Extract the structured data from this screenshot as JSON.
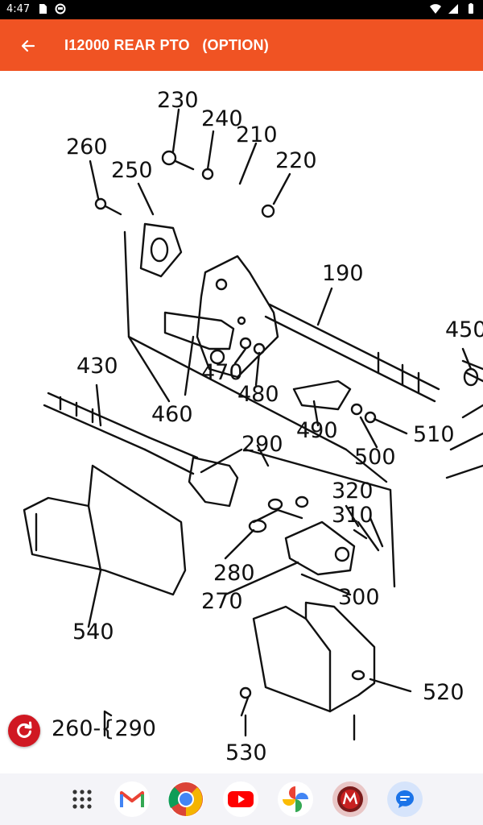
{
  "status_bar": {
    "time": "4:47",
    "icons_left": [
      "sd-card-icon",
      "circle-status-icon"
    ],
    "icons_right": [
      "wifi-icon",
      "signal-icon",
      "battery-icon"
    ]
  },
  "app_bar": {
    "title": "I12000 REAR PTO   (OPTION)",
    "back_icon": "arrow-back-icon",
    "color": "#f05323"
  },
  "diagram": {
    "callouts": [
      "230",
      "240",
      "210",
      "260",
      "250",
      "220",
      "190",
      "450",
      "430",
      "460",
      "470",
      "480",
      "490",
      "510",
      "500",
      "290",
      "320",
      "310",
      "280",
      "270",
      "300",
      "540",
      "520",
      "530",
      "260-{290"
    ]
  },
  "fab": {
    "icon": "refresh-icon",
    "color": "#d01822"
  },
  "dock": {
    "apps": [
      "app-drawer-icon",
      "gmail-icon",
      "chrome-icon",
      "youtube-icon",
      "photos-icon",
      "m-app-icon",
      "messages-icon"
    ]
  }
}
